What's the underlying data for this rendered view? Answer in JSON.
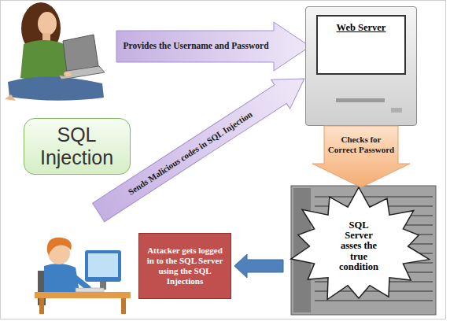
{
  "diagram": {
    "nodes": [
      {
        "text": [
          "Provides the Username and Password"
        ]
      },
      {
        "text": [
          "Web Server"
        ]
      },
      {
        "text": [
          "SQL Injection"
        ]
      },
      {
        "text": [
          "Sends Malicious codes in SQL Injection"
        ]
      },
      {
        "text": [
          "SQL Server asses the true condition"
        ]
      },
      {
        "text": [
          "Attacker gets logged in to the SQL Server using the SQL Injections"
        ]
      }
    ],
    "edges": [
      {
        "from": 1,
        "to": 4,
        "label": "Checks for Correct Password",
        "arrow": "to"
      },
      {
        "from": 4,
        "to": 5,
        "arrow": "to"
      }
    ]
  }
}
